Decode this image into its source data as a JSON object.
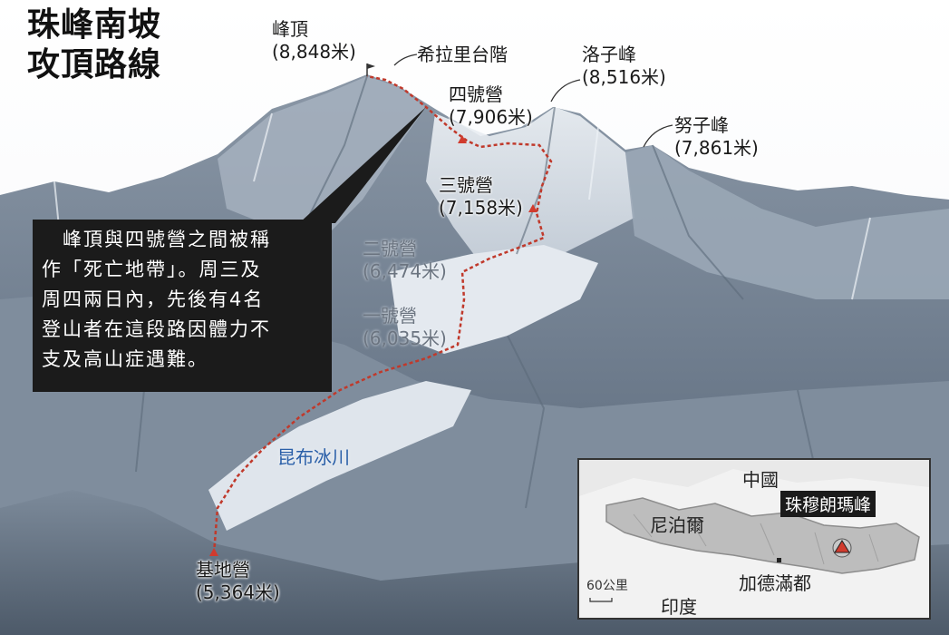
{
  "title": {
    "line1": "珠峰南坡",
    "line2": "攻頂路線"
  },
  "places": {
    "summit": {
      "name": "峰頂",
      "alt": "(8,848米)"
    },
    "hillary_step": {
      "name": "希拉里台階"
    },
    "lhotse": {
      "name": "洛子峰",
      "alt": "(8,516米)"
    },
    "camp4": {
      "name": "四號營",
      "alt": "(7,906米)"
    },
    "nuptse": {
      "name": "努子峰",
      "alt": "(7,861米)"
    },
    "camp3": {
      "name": "三號營",
      "alt": "(7,158米)"
    },
    "camp2": {
      "name": "二號營",
      "alt": "(6,474米)"
    },
    "camp1": {
      "name": "一號營",
      "alt": "(6,035米)"
    },
    "glacier": {
      "name": "昆布冰川"
    },
    "base_camp": {
      "name": "基地營",
      "alt": "(5,364米)"
    }
  },
  "note": {
    "lines": [
      "　峰頂與四號營之間被稱",
      "作「死亡地帶」。周三及",
      "周四兩日內，先後有4名",
      "登山者在這段路因體力不",
      "支及高山症遇難。"
    ]
  },
  "inset": {
    "china": "中國",
    "everest": "珠穆朗瑪峰",
    "nepal": "尼泊爾",
    "kathmandu": "加德滿都",
    "india": "印度",
    "scale": "60公里"
  },
  "colors": {
    "route": "#c0392b",
    "note_bg": "#1b1b1b",
    "glacier_text": "#2a5fa8",
    "camp_marker": "#d13b2e"
  }
}
